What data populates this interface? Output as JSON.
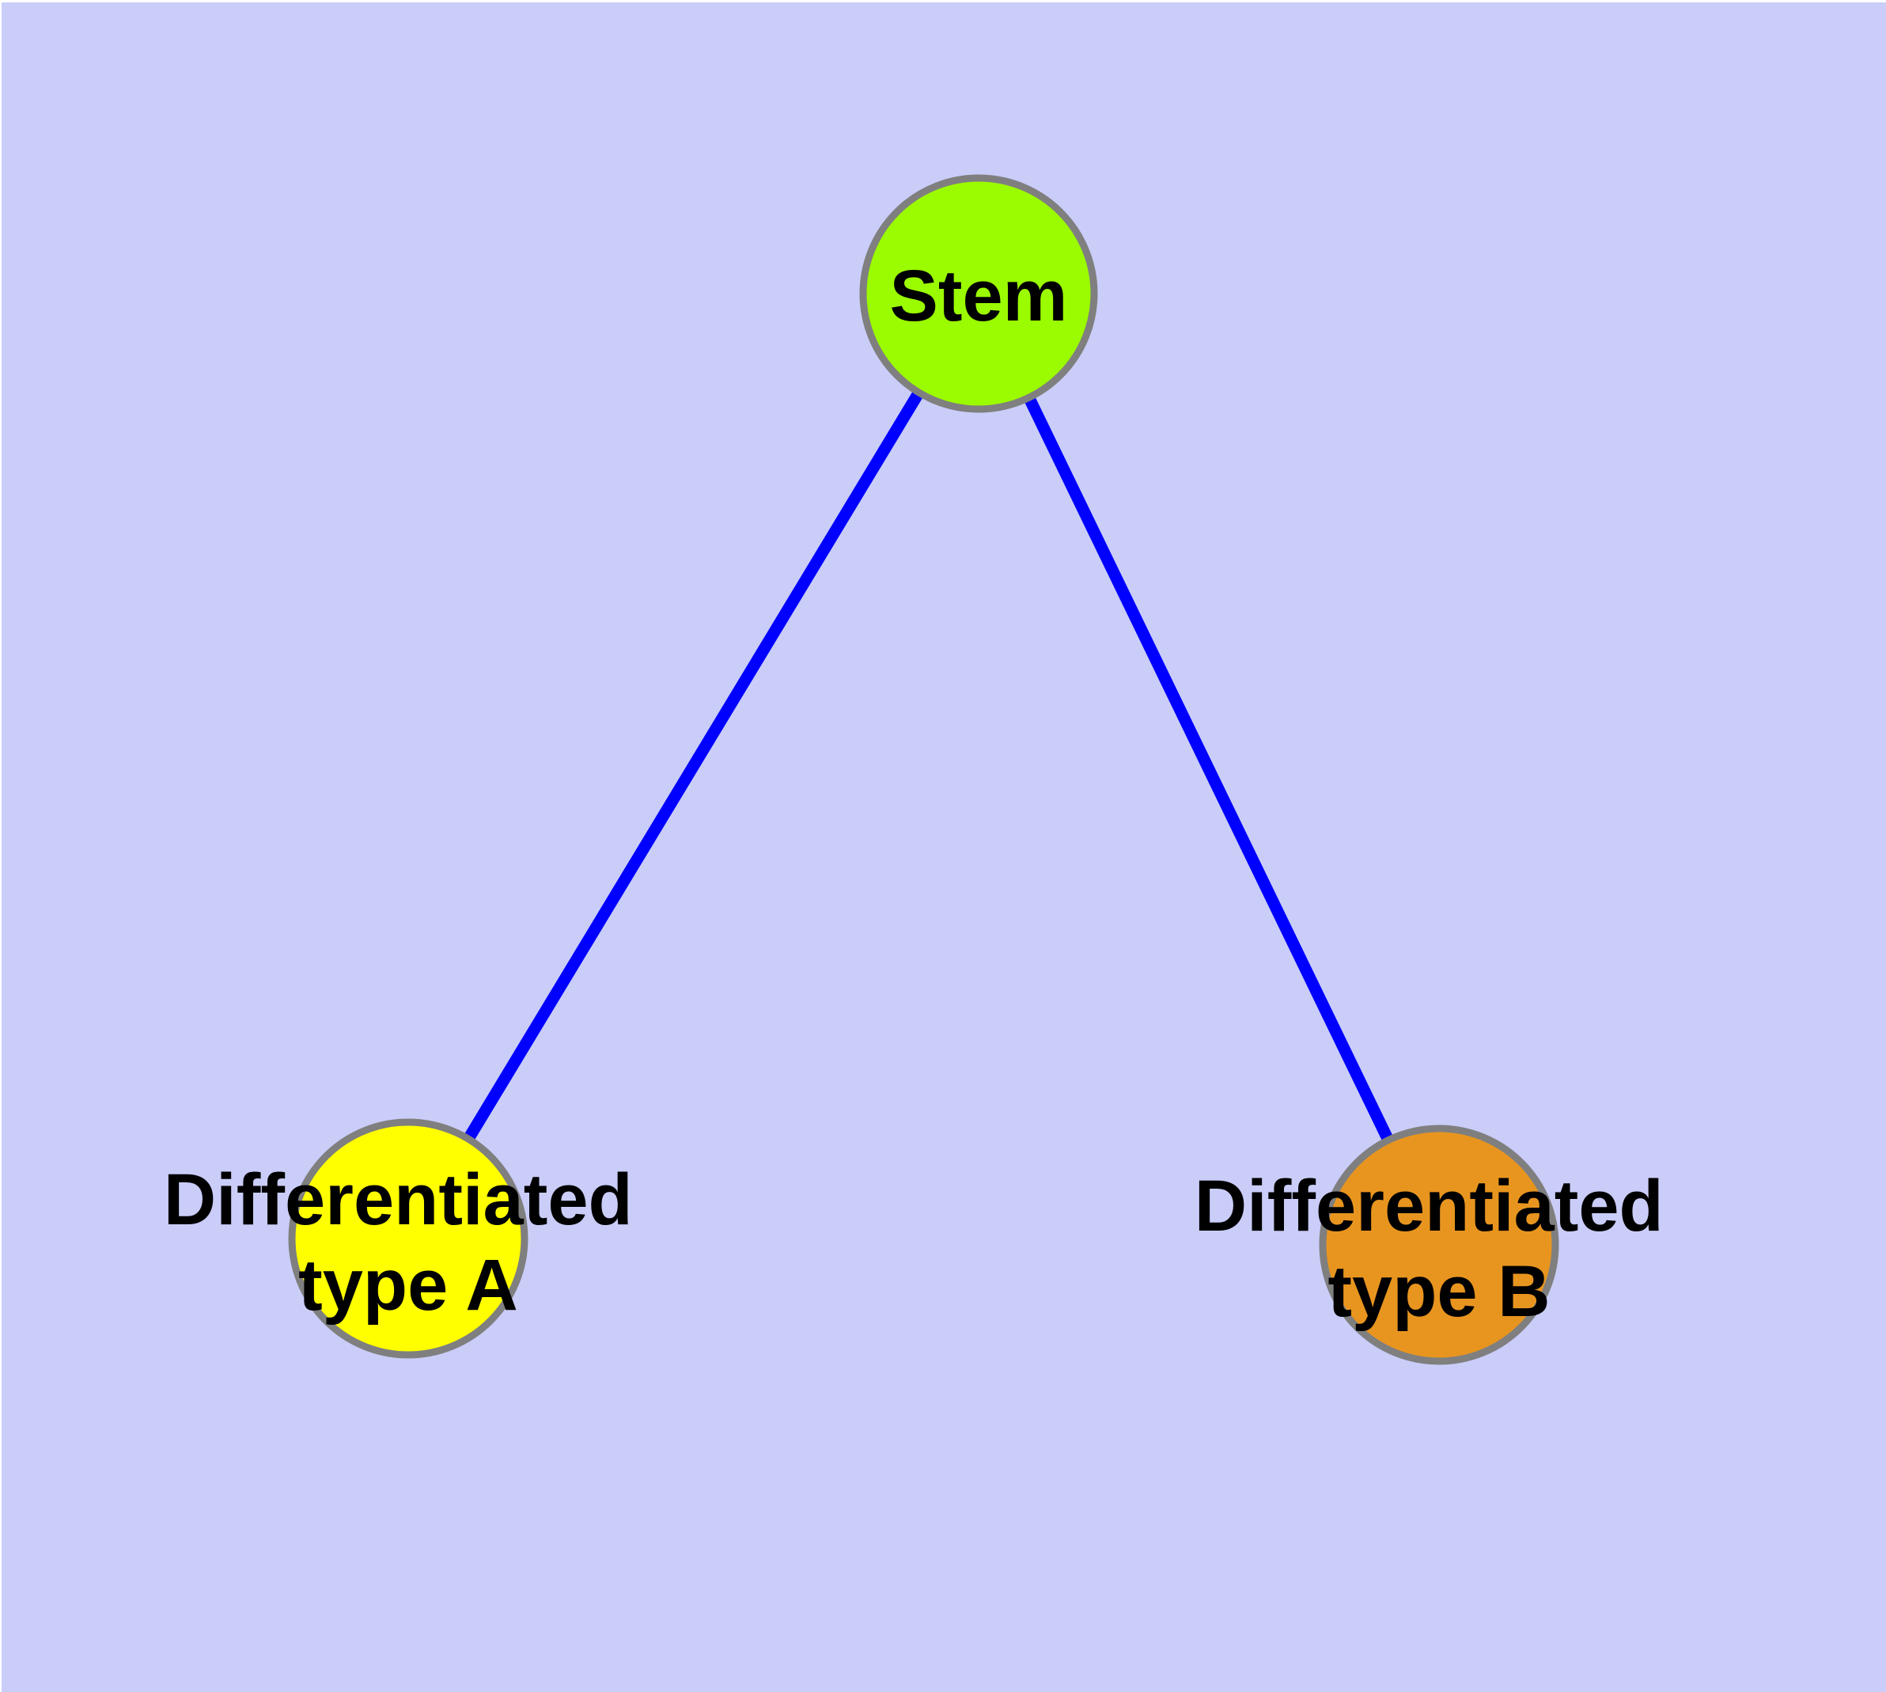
{
  "canvas": {
    "background_color": "#CACDF8",
    "page_margin_color": "#FFFFFF"
  },
  "graph": {
    "type": "node-link-diagram",
    "edge_color": "#0000FF",
    "node_border_color": "#7F7F7F",
    "label_text_color": "#000000",
    "nodes": {
      "stem": {
        "label": "Stem",
        "fill_color": "#9BFB00"
      },
      "type_a": {
        "label_line1": "Differentiated",
        "label_line2": "type A",
        "fill_color": "#FFFF00"
      },
      "type_b": {
        "label_line1": "Differentiated",
        "label_line2": "type B",
        "fill_color": "#E8951F"
      }
    },
    "edges": [
      {
        "from": "Stem",
        "to": "Differentiated type A"
      },
      {
        "from": "Stem",
        "to": "Differentiated type B"
      }
    ]
  }
}
